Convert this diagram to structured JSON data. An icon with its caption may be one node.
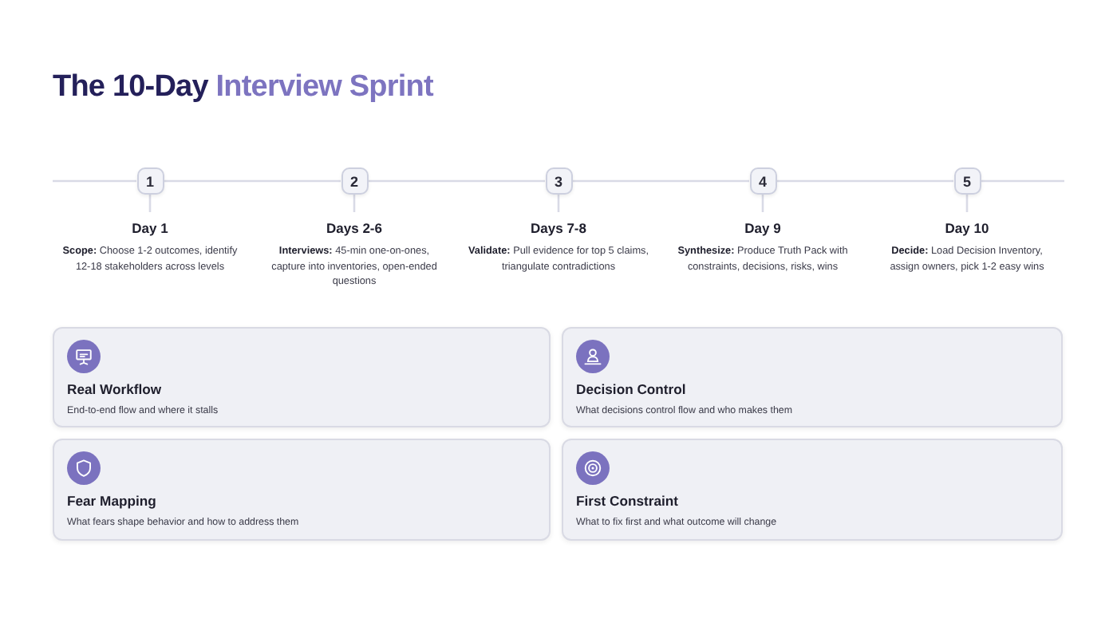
{
  "diagram": {
    "title": "The 10-Day Interview Sprint",
    "nodes": [
      {
        "text": [
          "1"
        ]
      },
      {
        "text": [
          "2"
        ]
      },
      {
        "text": [
          "3"
        ]
      },
      {
        "text": [
          "4"
        ]
      },
      {
        "text": [
          "5"
        ]
      },
      {
        "text": [
          "Day 1",
          "**Scope:** Choose 1-2 outcomes, identify 12-18 stakeholders across levels"
        ]
      },
      {
        "text": [
          "Days 2-6",
          "**Interviews:** 45-min one-on-ones, capture into inventories, open-ended questions"
        ]
      },
      {
        "text": [
          "Days 7-8",
          "**Validate:** Pull evidence for top 5 claims, triangulate contradictions"
        ]
      },
      {
        "text": [
          "Day 9",
          "**Synthesize:** Produce Truth Pack with constraints, decisions, risks, wins"
        ]
      },
      {
        "text": [
          "Day 10",
          "**Decide:** Load Decision Inventory, assign owners, pick 1-2 easy wins"
        ]
      },
      {
        "text": [
          "Real Workflow",
          "End-to-end flow and where it stalls"
        ]
      },
      {
        "text": [
          "Decision Control",
          "What decisions control flow and who makes them"
        ]
      },
      {
        "text": [
          "Fear Mapping",
          "What fears shape behavior and how to address them"
        ]
      },
      {
        "text": [
          "First Constraint",
          "What to fix first and what outcome will change"
        ]
      }
    ],
    "edges": [
      {
        "from": null,
        "to": 0,
        "arrow": "none"
      },
      {
        "from": 0,
        "to": 1,
        "arrow": "none"
      },
      {
        "from": 1,
        "to": 2,
        "arrow": "none"
      },
      {
        "from": 2,
        "to": 3,
        "arrow": "none"
      },
      {
        "from": 3,
        "to": 4,
        "arrow": "none"
      },
      {
        "from": 4,
        "to": null,
        "arrow": "none"
      },
      {
        "from": 0,
        "to": 5,
        "arrow": "none"
      },
      {
        "from": 1,
        "to": 6,
        "arrow": "none"
      },
      {
        "from": 2,
        "to": 7,
        "arrow": "none"
      },
      {
        "from": 3,
        "to": 8,
        "arrow": "none"
      },
      {
        "from": 4,
        "to": 9,
        "arrow": "none"
      }
    ]
  }
}
